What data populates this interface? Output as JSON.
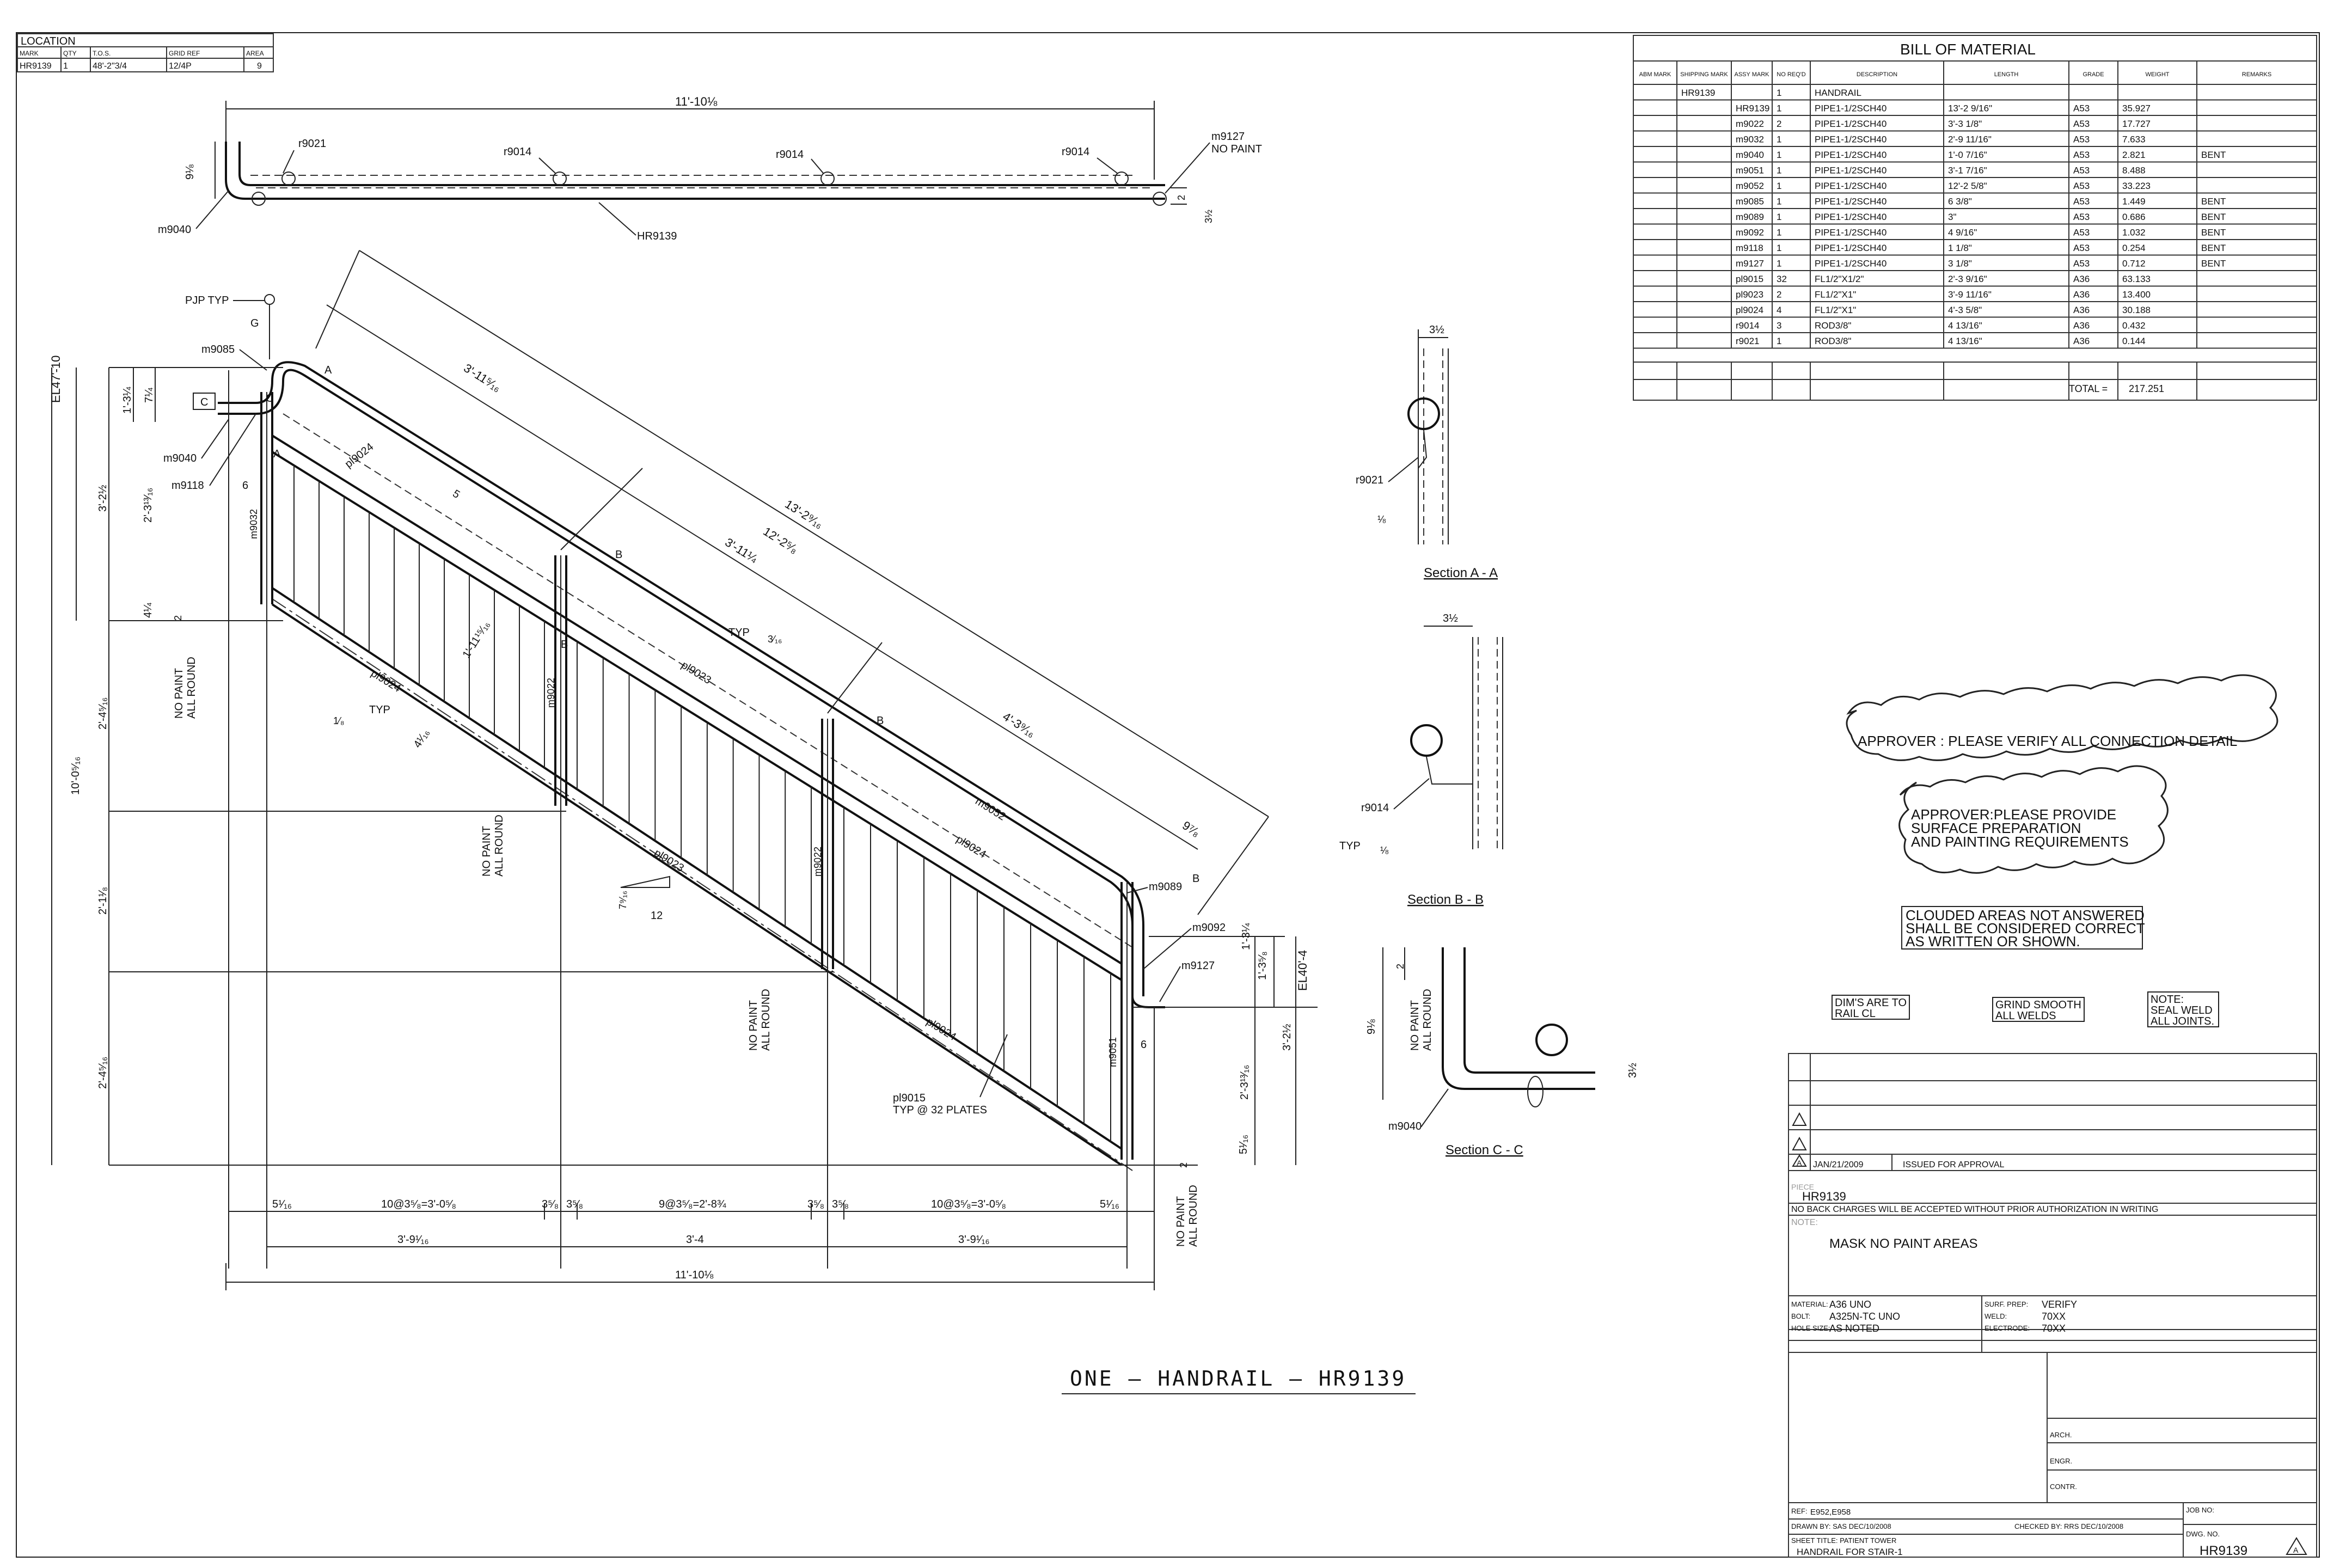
{
  "location_table": {
    "title": "LOCATION",
    "headers": [
      "MARK",
      "QTY",
      "T.O.S.",
      "GRID REF",
      "AREA"
    ],
    "row": [
      "HR9139",
      "1",
      "48'-2\"3/4",
      "12/4P",
      "9"
    ]
  },
  "plan": {
    "overall_dim": "11'-10⅛",
    "left_dim": "9⅛",
    "right_dim1": "2",
    "right_dim2": "3½",
    "labels": {
      "r9021": "r9021",
      "r9014a": "r9014",
      "r9014b": "r9014",
      "r9014c": "r9014",
      "m9127": "m9127",
      "no_paint": "NO PAINT",
      "m9040": "m9040",
      "hr9139": "HR9139"
    }
  },
  "elevation": {
    "labels": {
      "pjp": "PJP TYP",
      "g": "G",
      "m9085": "m9085",
      "c": "C",
      "m9040": "m9040",
      "m9118": "m9118",
      "six": "6",
      "m9032": "m9032",
      "pl9024a": "pl9024",
      "pl9024b": "pl9024",
      "pl9024c": "pl9024",
      "pl9024d": "pl9024",
      "pl9023a": "pl9023",
      "pl9023b": "pl9023",
      "m9022a": "m9022",
      "m9022b": "m9022",
      "m9052": "m9052",
      "m9089": "m9089",
      "m9092": "m9092",
      "m9127": "m9127",
      "m9051": "m9051",
      "six_b": "6",
      "typ1": "TYP",
      "typ2": "TYP",
      "pl9015": "pl9015",
      "pl9015_note": "TYP @ 32 PLATES",
      "slope_rise": "7⁹⁄₁₆",
      "slope_run": "12",
      "a": "A",
      "b": "B"
    },
    "no_paint": [
      "NO PAINT",
      "ALL ROUND"
    ],
    "sloped_dims": [
      "3'-11⁵⁄₁₆",
      "13'-2⁹⁄₁₆",
      "12'-2⁵⁄₈",
      "3'-11¼",
      "4'-3⁹⁄₁₆",
      "9⁷⁄₈",
      "5",
      "1'-11¹⁵⁄₁₆",
      "4¹⁄₁₆",
      "3⁄₁₆",
      "1⁄₈"
    ],
    "left_dims": {
      "el_top": "EL47'-10",
      "d1": "1'-3¼",
      "d2": "7¼",
      "d3": "3'-2½",
      "d4": "2'-3¹³⁄₁₆",
      "d5": "4¼",
      "d6": "2'-4⁵⁄₁₆",
      "d7": "10'-0⁵⁄₁₆",
      "d8": "2'-1¹⁄₈",
      "d9": "2'-4⁵⁄₁₆",
      "two": "2"
    },
    "right_dims": {
      "el_bot": "EL40'-4",
      "d1": "1'-3¼",
      "d2": "1'-3⁵⁄₈",
      "d3": "2'-3¹³⁄₁₆",
      "d4": "3'-2½",
      "d5": "5¹⁄₁₆",
      "two": "2"
    },
    "bottom_dims_row1": [
      "5¹⁄₁₆",
      "10@3⁵⁄₈=3'-0⁵⁄₈",
      "3⁵⁄₈",
      "3⁵⁄₈",
      "9@3⁵⁄₈=2'-8¾",
      "3⁵⁄₈",
      "3⁵⁄₈",
      "10@3⁵⁄₈=3'-0⁵⁄₈",
      "5¹⁄₁₆"
    ],
    "bottom_dims_row2": [
      "3'-9¹⁄₁₆",
      "3'-4",
      "3'-9¹⁄₁₆"
    ],
    "bottom_overall": "11'-10⅛"
  },
  "drawing_title": "ONE  —  HANDRAIL  —  HR9139",
  "sections": {
    "a": {
      "title": "Section A - A",
      "dim": "3½",
      "label": "r9021",
      "frac": "⅛"
    },
    "b": {
      "title": "Section B - B",
      "dim": "3½",
      "label": "r9014",
      "typ": "TYP",
      "frac": "⅛"
    },
    "c": {
      "title": "Section C - C",
      "dim1": "2",
      "dim2": "9⅛",
      "dim3": "3½",
      "label": "m9040",
      "no_paint": [
        "NO PAINT",
        "ALL ROUND"
      ]
    }
  },
  "bom": {
    "title": "BILL OF MATERIAL",
    "headers": [
      "ABM MARK",
      "SHIPPING MARK",
      "ASSY MARK",
      "NO REQ'D",
      "DESCRIPTION",
      "LENGTH",
      "GRADE",
      "WEIGHT",
      "REMARKS"
    ],
    "rows": [
      [
        "",
        "HR9139",
        "",
        "1",
        "HANDRAIL",
        "",
        "",
        "",
        ""
      ],
      [
        "",
        "",
        "HR9139",
        "1",
        "PIPE1-1/2SCH40",
        "13'-2 9/16\"",
        "A53",
        "35.927",
        ""
      ],
      [
        "",
        "",
        "m9022",
        "2",
        "PIPE1-1/2SCH40",
        "3'-3 1/8\"",
        "A53",
        "17.727",
        ""
      ],
      [
        "",
        "",
        "m9032",
        "1",
        "PIPE1-1/2SCH40",
        "2'-9 11/16\"",
        "A53",
        "7.633",
        ""
      ],
      [
        "",
        "",
        "m9040",
        "1",
        "PIPE1-1/2SCH40",
        "1'-0 7/16\"",
        "A53",
        "2.821",
        "BENT"
      ],
      [
        "",
        "",
        "m9051",
        "1",
        "PIPE1-1/2SCH40",
        "3'-1 7/16\"",
        "A53",
        "8.488",
        ""
      ],
      [
        "",
        "",
        "m9052",
        "1",
        "PIPE1-1/2SCH40",
        "12'-2 5/8\"",
        "A53",
        "33.223",
        ""
      ],
      [
        "",
        "",
        "m9085",
        "1",
        "PIPE1-1/2SCH40",
        "6 3/8\"",
        "A53",
        "1.449",
        "BENT"
      ],
      [
        "",
        "",
        "m9089",
        "1",
        "PIPE1-1/2SCH40",
        "3\"",
        "A53",
        "0.686",
        "BENT"
      ],
      [
        "",
        "",
        "m9092",
        "1",
        "PIPE1-1/2SCH40",
        "4 9/16\"",
        "A53",
        "1.032",
        "BENT"
      ],
      [
        "",
        "",
        "m9118",
        "1",
        "PIPE1-1/2SCH40",
        "1 1/8\"",
        "A53",
        "0.254",
        "BENT"
      ],
      [
        "",
        "",
        "m9127",
        "1",
        "PIPE1-1/2SCH40",
        "3 1/8\"",
        "A53",
        "0.712",
        "BENT"
      ],
      [
        "",
        "",
        "pl9015",
        "32",
        "FL1/2\"X1/2\"",
        "2'-3 9/16\"",
        "A36",
        "63.133",
        ""
      ],
      [
        "",
        "",
        "pl9023",
        "2",
        "FL1/2\"X1\"",
        "3'-9 11/16\"",
        "A36",
        "13.400",
        ""
      ],
      [
        "",
        "",
        "pl9024",
        "4",
        "FL1/2\"X1\"",
        "4'-3 5/8\"",
        "A36",
        "30.188",
        ""
      ],
      [
        "",
        "",
        "r9014",
        "3",
        "ROD3/8\"",
        "4 13/16\"",
        "A36",
        "0.432",
        ""
      ],
      [
        "",
        "",
        "r9021",
        "1",
        "ROD3/8\"",
        "4 13/16\"",
        "A36",
        "0.144",
        ""
      ]
    ],
    "total_label": "TOTAL =",
    "total_value": "217.251"
  },
  "notes": {
    "approver1": "APPROVER : PLEASE VERIFY ALL CONNECTION DETAIL",
    "approver2": [
      "APPROVER:PLEASE PROVIDE",
      "SURFACE PREPARATION",
      "AND PAINTING REQUIREMENTS"
    ],
    "clouded": [
      "CLOUDED AREAS NOT ANSWERED",
      "SHALL BE CONSIDERED CORRECT",
      "AS WRITTEN OR SHOWN."
    ],
    "dims": [
      "DIM'S ARE TO",
      "RAIL CL"
    ],
    "grind": [
      "GRIND SMOOTH",
      "ALL WELDS"
    ],
    "seal": [
      "NOTE:",
      "SEAL WELD",
      "ALL JOINTS."
    ]
  },
  "title_block": {
    "rev_a_date": "JAN/21/2009",
    "rev_a_desc": "ISSUED FOR APPROVAL",
    "rev_mark": "A",
    "piece_label": "PIECE",
    "piece_mark": "HR9139",
    "back_charges": "NO BACK CHARGES WILL BE ACCEPTED WITHOUT PRIOR AUTHORIZATION IN WRITING",
    "note_label": "NOTE:",
    "note": "MASK NO PAINT AREAS",
    "material_label": "MATERIAL:",
    "material": "A36 UNO",
    "bolt_label": "BOLT:",
    "bolt": "A325N-TC UNO",
    "hole_label": "HOLE SIZE:",
    "hole": "AS NOTED",
    "surf_label": "SURF. PREP:",
    "surf": "VERIFY",
    "weld_label": "WELD:",
    "weld": "70XX",
    "electrode_label": "ELECTRODE:",
    "electrode": "70XX",
    "arch": "ARCH.",
    "engr": "ENGR.",
    "contr": "CONTR.",
    "ref_label": "REF:",
    "ref": "E952,E958",
    "drawn": "DRAWN BY:   SAS  DEC/10/2008",
    "checked": "CHECKED BY:   RRS  DEC/10/2008",
    "sheet_title_label": "SHEET TITLE: PATIENT TOWER",
    "sheet_title": "HANDRAIL FOR STAIR-1",
    "job_no": "JOB NO:",
    "dwg_no_label": "DWG. NO.",
    "dwg_no": "HR9139",
    "rev_final": "A"
  }
}
